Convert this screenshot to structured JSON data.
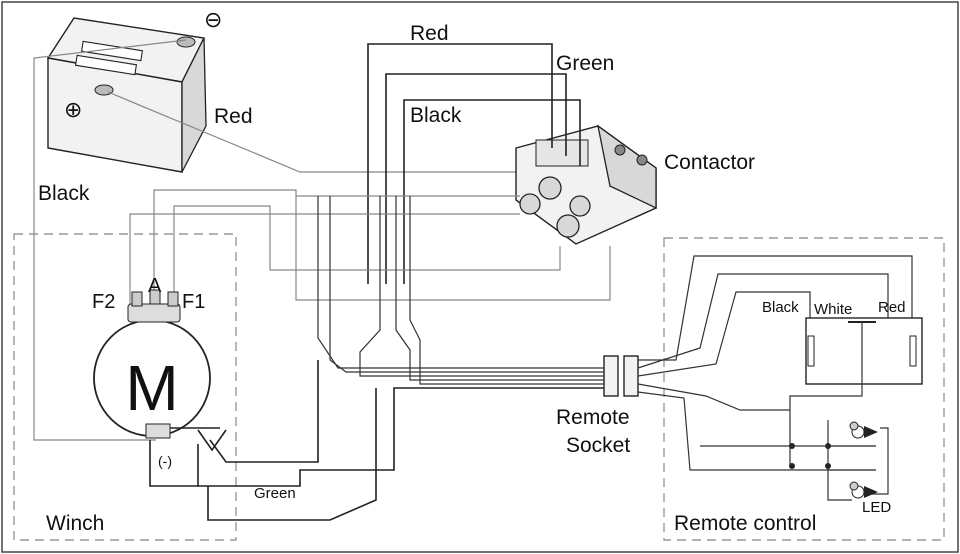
{
  "labels": {
    "battery_wire_red": "Red",
    "battery_wire_black": "Black",
    "battery_plus": "⊕",
    "battery_minus": "⊖",
    "cable_red": "Red",
    "cable_green": "Green",
    "cable_black": "Black",
    "contactor": "Contactor",
    "motor_symbol": "M",
    "motor_f2": "F2",
    "motor_a": "A",
    "motor_f1": "F1",
    "ground_mark": "(-)",
    "green_wire": "Green",
    "winch": "Winch",
    "remote_socket_line1": "Remote",
    "remote_socket_line2": "Socket",
    "remote_black": "Black",
    "remote_white": "White",
    "remote_red": "Red",
    "led": "LED",
    "remote_control": "Remote control"
  },
  "icons": {
    "battery": "battery-icon",
    "motor": "motor-icon",
    "contactor": "contactor-icon",
    "socket": "socket-icon",
    "switch": "switch-icon",
    "led": "led-icon"
  }
}
